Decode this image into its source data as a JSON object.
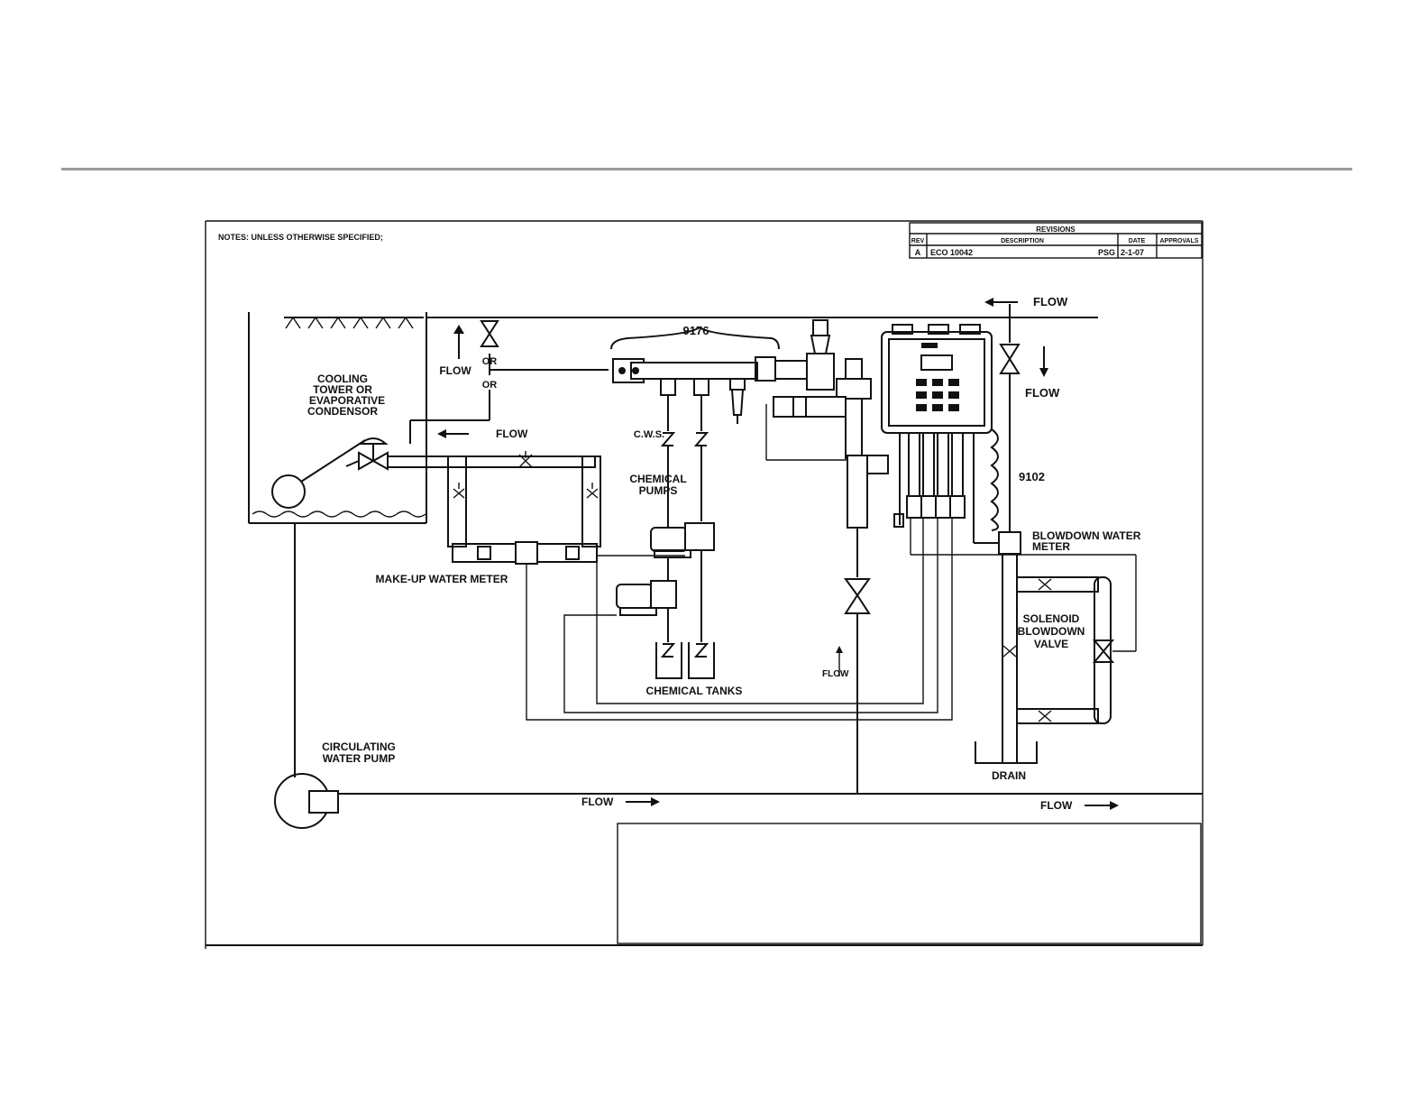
{
  "notes": "NOTES: UNLESS OTHERWISE SPECIFIED;",
  "revisions": {
    "title": "REVISIONS",
    "headers": [
      "REV",
      "DESCRIPTION",
      "DATE",
      "APPROVALS"
    ],
    "row": {
      "rev": "A",
      "description": "ECO 10042",
      "by": "PSG",
      "date": "2-1-07",
      "approvals": ""
    }
  },
  "labels": {
    "flow": "FLOW",
    "or": "OR",
    "part_9176": "9176",
    "part_9102": "9102",
    "cooling_tower": [
      "COOLING",
      "TOWER OR",
      "EVAPORATIVE",
      "CONDENSOR"
    ],
    "cws": "C.W.S.",
    "chemical_pumps": [
      "CHEMICAL",
      "PUMPS"
    ],
    "makeup_meter": "MAKE-UP WATER METER",
    "blowdown_meter": [
      "BLOWDOWN WATER",
      "METER"
    ],
    "solenoid_valve": [
      "SOLENOID",
      "BLOWDOWN",
      "VALVE"
    ],
    "chemical_tanks": "CHEMICAL TANKS",
    "circulating_pump": [
      "CIRCULATING",
      "WATER PUMP"
    ],
    "drain": "DRAIN"
  }
}
